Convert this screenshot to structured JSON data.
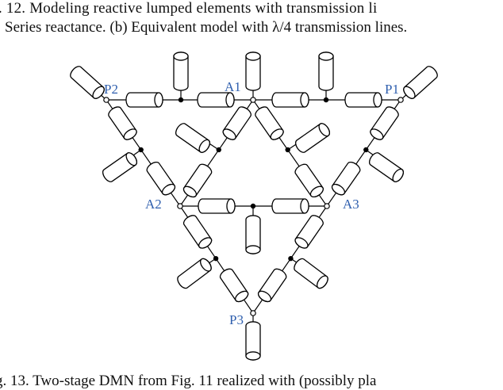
{
  "caption_top": {
    "line1": ". 12.     Modeling reactive lumped elements with transmission li",
    "line2": "Series reactance. (b) Equivalent model with λ/4 transmission lines."
  },
  "caption_bottom": "g. 13.    Two-stage DMN from Fig. 11 realized with (possibly pla",
  "labels": {
    "p1": "P1",
    "p2": "P2",
    "p3": "P3",
    "a1": "A1",
    "a2": "A2",
    "a3": "A3"
  },
  "colors": {
    "label": "#2f5fae",
    "line": "#000000"
  }
}
